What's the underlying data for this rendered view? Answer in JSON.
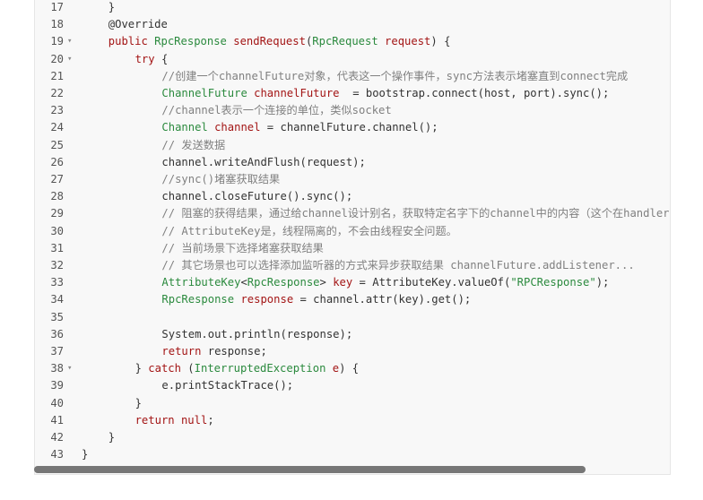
{
  "lines": [
    {
      "n": "17",
      "fold": "",
      "indent": 2,
      "tokens": [
        [
          "p",
          "}"
        ]
      ]
    },
    {
      "n": "18",
      "fold": "",
      "indent": 2,
      "tokens": [
        [
          "an",
          "@Override"
        ]
      ]
    },
    {
      "n": "19",
      "fold": "▾",
      "indent": 2,
      "tokens": [
        [
          "kw",
          "public "
        ],
        [
          "ty",
          "RpcResponse "
        ],
        [
          "fn",
          "sendRequest"
        ],
        [
          "p",
          "("
        ],
        [
          "ty",
          "RpcRequest "
        ],
        [
          "kw",
          "request"
        ],
        [
          "p",
          ") {"
        ]
      ]
    },
    {
      "n": "20",
      "fold": "▾",
      "indent": 4,
      "tokens": [
        [
          "kw",
          "try"
        ],
        [
          "p",
          " {"
        ]
      ]
    },
    {
      "n": "21",
      "fold": "",
      "indent": 6,
      "tokens": [
        [
          "cm",
          "//创建一个channelFuture对象，代表这一个操作事件，sync方法表示堵塞直到connect完成"
        ]
      ]
    },
    {
      "n": "22",
      "fold": "",
      "indent": 6,
      "tokens": [
        [
          "ty",
          "ChannelFuture "
        ],
        [
          "kw",
          "channelFuture"
        ],
        [
          "p",
          "  = bootstrap.connect(host, port).sync();"
        ]
      ]
    },
    {
      "n": "23",
      "fold": "",
      "indent": 6,
      "tokens": [
        [
          "cm",
          "//channel表示一个连接的单位，类似socket"
        ]
      ]
    },
    {
      "n": "24",
      "fold": "",
      "indent": 6,
      "tokens": [
        [
          "ty",
          "Channel "
        ],
        [
          "kw",
          "channel"
        ],
        [
          "p",
          " = channelFuture.channel();"
        ]
      ]
    },
    {
      "n": "25",
      "fold": "",
      "indent": 6,
      "tokens": [
        [
          "cm",
          "// 发送数据"
        ]
      ]
    },
    {
      "n": "26",
      "fold": "",
      "indent": 6,
      "tokens": [
        [
          "p",
          "channel.writeAndFlush(request);"
        ]
      ]
    },
    {
      "n": "27",
      "fold": "",
      "indent": 6,
      "tokens": [
        [
          "cm",
          "//sync()堵塞获取结果"
        ]
      ]
    },
    {
      "n": "28",
      "fold": "",
      "indent": 6,
      "tokens": [
        [
          "p",
          "channel.closeFuture().sync();"
        ]
      ]
    },
    {
      "n": "29",
      "fold": "",
      "indent": 6,
      "tokens": [
        [
          "cm",
          "// 阻塞的获得结果，通过给channel设计别名，获取特定名字下的channel中的内容（这个在handler中设置）"
        ]
      ]
    },
    {
      "n": "30",
      "fold": "",
      "indent": 6,
      "tokens": [
        [
          "cm",
          "// AttributeKey是，线程隔离的，不会由线程安全问题。"
        ]
      ]
    },
    {
      "n": "31",
      "fold": "",
      "indent": 6,
      "tokens": [
        [
          "cm",
          "// 当前场景下选择堵塞获取结果"
        ]
      ]
    },
    {
      "n": "32",
      "fold": "",
      "indent": 6,
      "tokens": [
        [
          "cm",
          "// 其它场景也可以选择添加监听器的方式来异步获取结果 channelFuture.addListener..."
        ]
      ]
    },
    {
      "n": "33",
      "fold": "",
      "indent": 6,
      "tokens": [
        [
          "ty",
          "AttributeKey"
        ],
        [
          "p",
          "<"
        ],
        [
          "ty",
          "RpcResponse"
        ],
        [
          "p",
          "> "
        ],
        [
          "kw",
          "key"
        ],
        [
          "p",
          " = AttributeKey.valueOf("
        ],
        [
          "st",
          "\"RPCResponse\""
        ],
        [
          "p",
          ");"
        ]
      ]
    },
    {
      "n": "34",
      "fold": "",
      "indent": 6,
      "tokens": [
        [
          "ty",
          "RpcResponse "
        ],
        [
          "kw",
          "response"
        ],
        [
          "p",
          " = channel.attr(key).get();"
        ]
      ]
    },
    {
      "n": "35",
      "fold": "",
      "indent": 6,
      "tokens": []
    },
    {
      "n": "36",
      "fold": "",
      "indent": 6,
      "tokens": [
        [
          "p",
          "System.out.println(response);"
        ]
      ]
    },
    {
      "n": "37",
      "fold": "",
      "indent": 6,
      "tokens": [
        [
          "kw",
          "return"
        ],
        [
          "p",
          " response;"
        ]
      ]
    },
    {
      "n": "38",
      "fold": "▾",
      "indent": 4,
      "tokens": [
        [
          "p",
          "} "
        ],
        [
          "kw",
          "catch"
        ],
        [
          "p",
          " ("
        ],
        [
          "ty",
          "InterruptedException "
        ],
        [
          "kw",
          "e"
        ],
        [
          "p",
          ") {"
        ]
      ]
    },
    {
      "n": "39",
      "fold": "",
      "indent": 6,
      "tokens": [
        [
          "p",
          "e.printStackTrace();"
        ]
      ]
    },
    {
      "n": "40",
      "fold": "",
      "indent": 4,
      "tokens": [
        [
          "p",
          "}"
        ]
      ]
    },
    {
      "n": "41",
      "fold": "",
      "indent": 4,
      "tokens": [
        [
          "kw",
          "return"
        ],
        [
          "bl",
          " null"
        ],
        [
          "p",
          ";"
        ]
      ]
    },
    {
      "n": "42",
      "fold": "",
      "indent": 2,
      "tokens": [
        [
          "p",
          "}"
        ]
      ]
    },
    {
      "n": "43",
      "fold": "",
      "indent": 0,
      "tokens": [
        [
          "p",
          "}"
        ]
      ]
    }
  ],
  "colors": {
    "keyword": "#a31515",
    "type": "#2b8a3e",
    "comment": "#808080",
    "string": "#2b8a3e",
    "plain": "#333333"
  }
}
